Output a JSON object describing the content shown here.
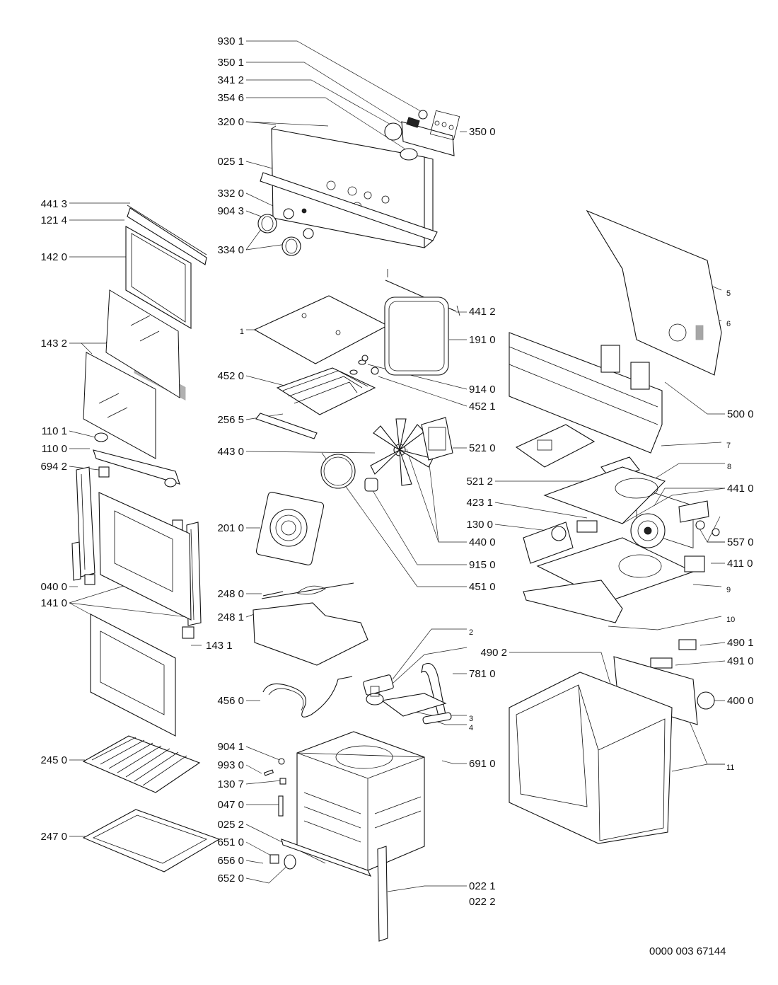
{
  "diagram": {
    "drawing_number": "0000 003 67144",
    "callouts": [
      "930 1",
      "350 1",
      "341 2",
      "354 6",
      "320 0",
      "350 0",
      "025 1",
      "441 3",
      "121 4",
      "332 0",
      "904 3",
      "334 0",
      "142 0",
      "441 2",
      "1",
      "191 0",
      "143 2",
      "452 0",
      "914 0",
      "452 1",
      "256 5",
      "110 1",
      "110 0",
      "694 2",
      "443 0",
      "521 0",
      "5",
      "6",
      "500 0",
      "7",
      "8",
      "521 2",
      "441 0",
      "423 1",
      "130 0",
      "440 0",
      "557 0",
      "201 0",
      "915 0",
      "411 0",
      "040 0",
      "141 0",
      "451 0",
      "9",
      "248 0",
      "248 1",
      "10",
      "143 1",
      "2",
      "490 2",
      "490 1",
      "491 0",
      "781 0",
      "456 0",
      "3",
      "400 0",
      "4",
      "904 1",
      "691 0",
      "993 0",
      "11",
      "130 7",
      "245 0",
      "047 0",
      "025 2",
      "247 0",
      "651 0",
      "656 0",
      "652 0",
      "022 1",
      "022 2"
    ]
  }
}
